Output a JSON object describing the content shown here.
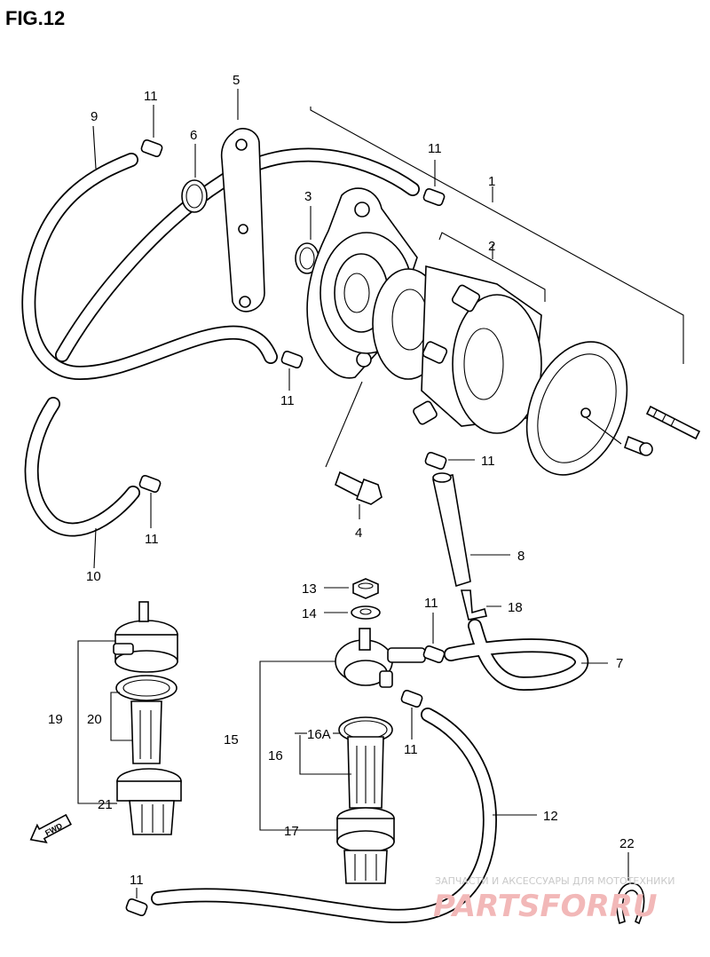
{
  "figure": {
    "title": "FIG.12"
  },
  "callouts": [
    "1",
    "2",
    "3",
    "4",
    "5",
    "6",
    "7",
    "8",
    "9",
    "10",
    "11",
    "12",
    "13",
    "14",
    "15",
    "16",
    "16A",
    "17",
    "18",
    "19",
    "20",
    "21",
    "22"
  ],
  "fwd_label": "FWD",
  "watermark": {
    "line1": "ЗАПЧАСТИ И АКСЕССУАРЫ ДЛЯ МОТОТЕХНИКИ",
    "line2": "PARTSFORRU"
  }
}
